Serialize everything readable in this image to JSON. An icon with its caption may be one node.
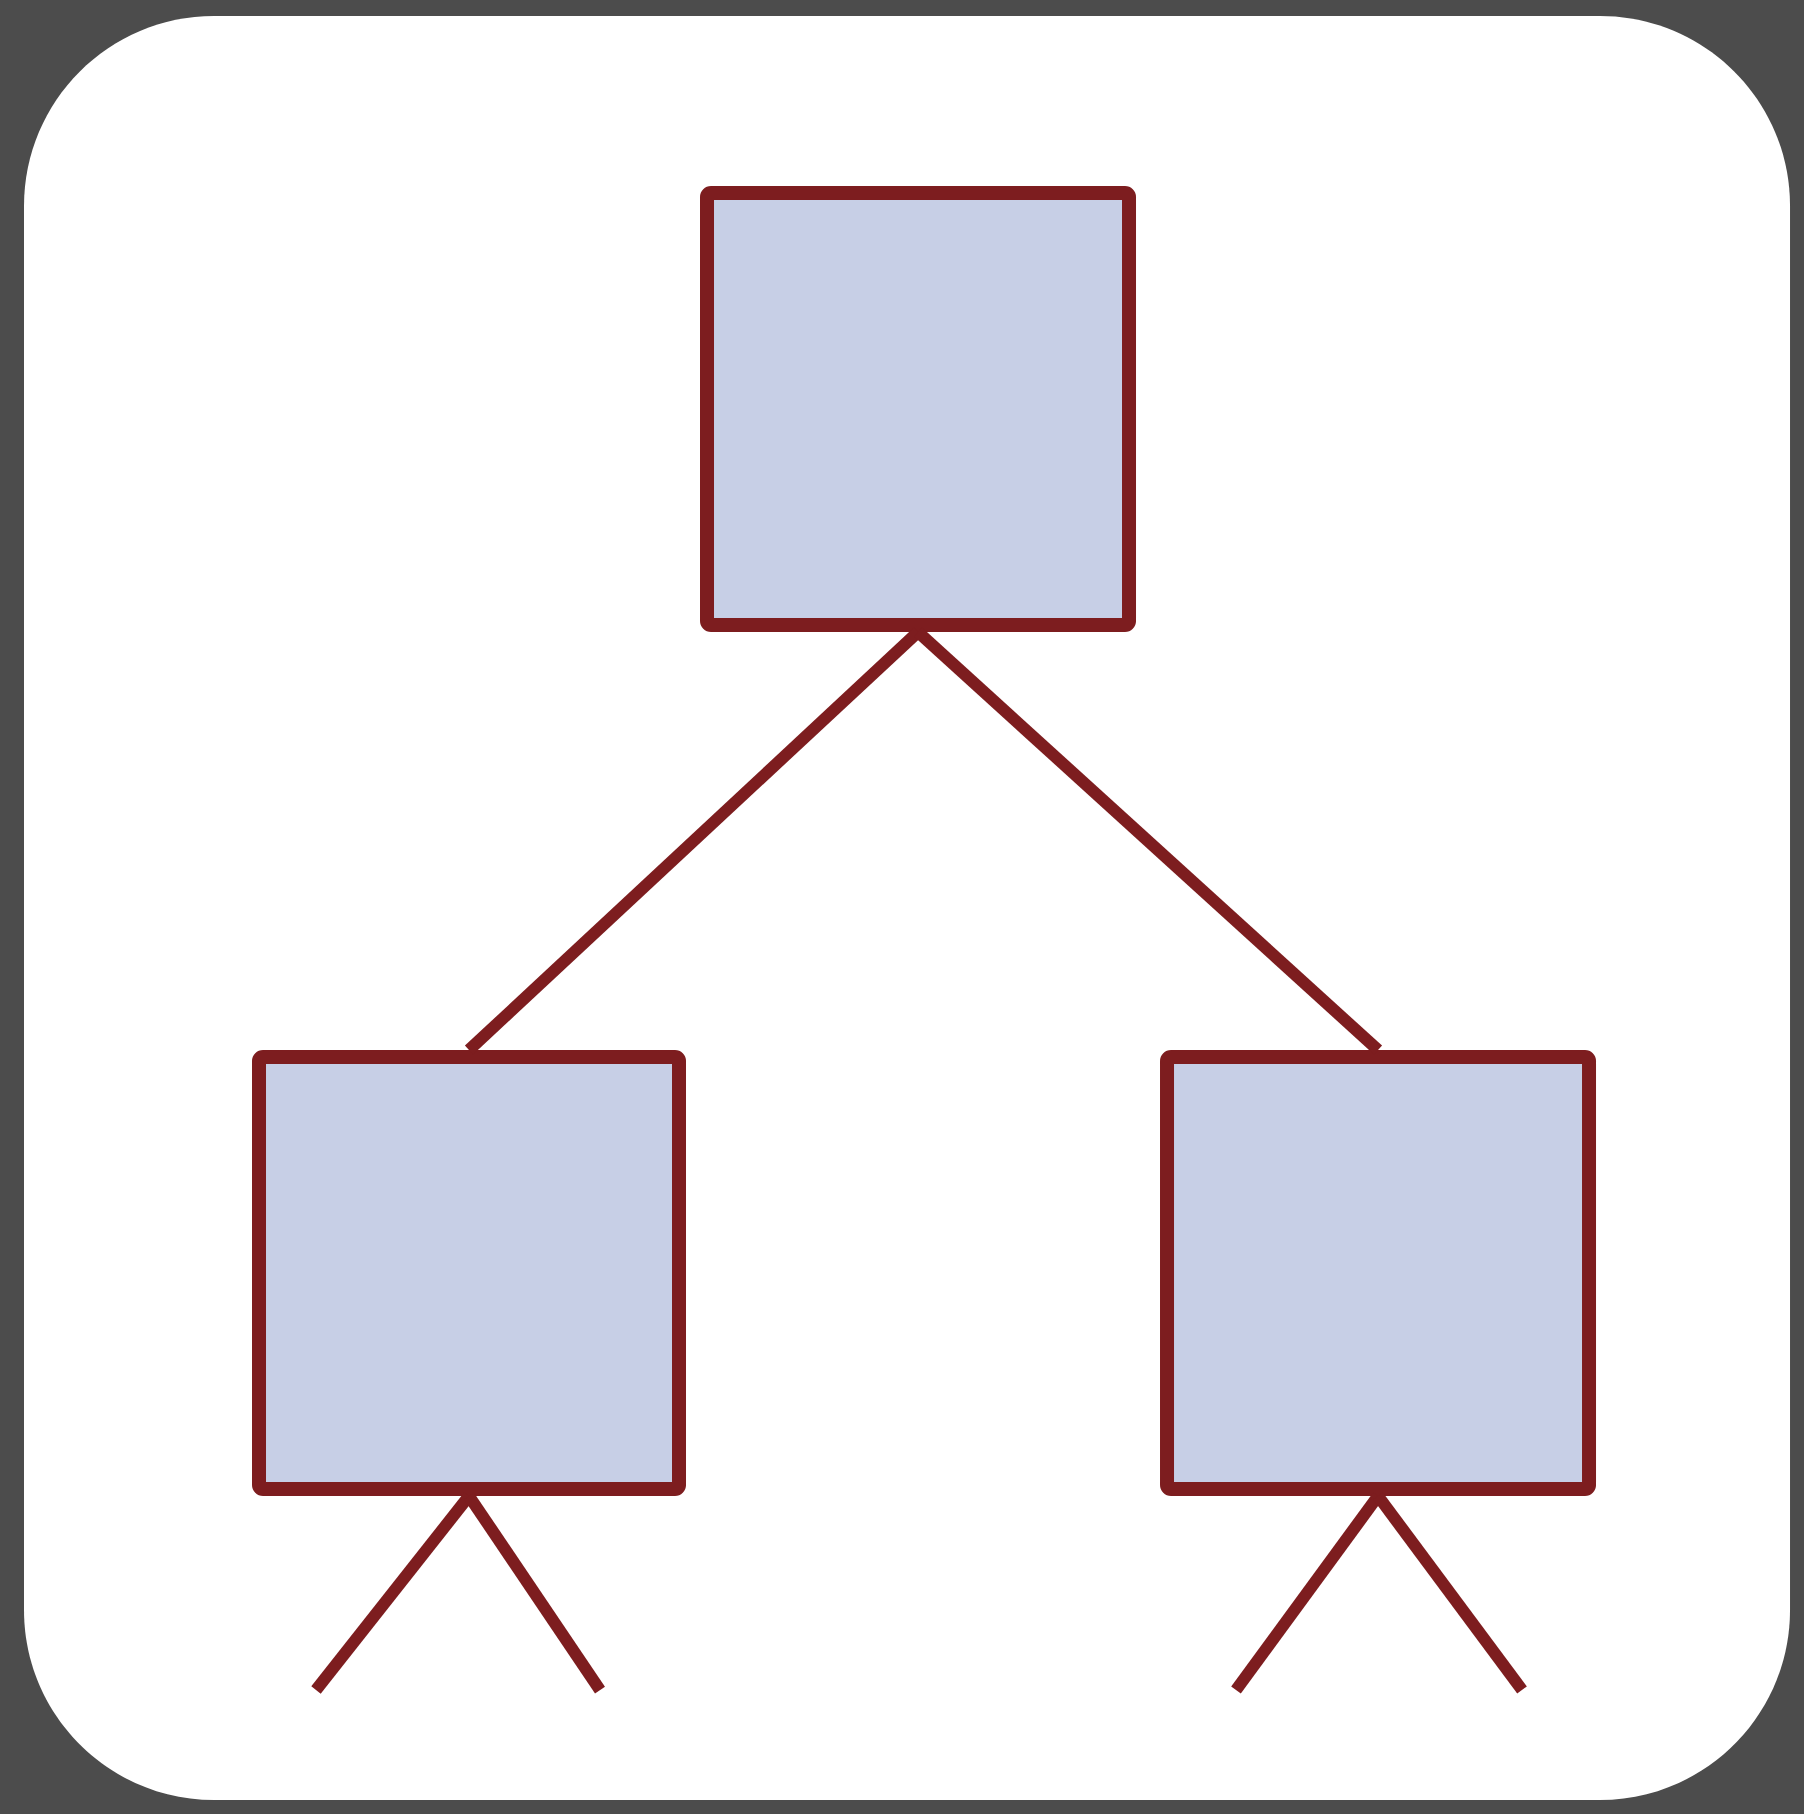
{
  "diagram": {
    "nodes": [
      {
        "text": [],
        "shape": "box"
      },
      {
        "text": [],
        "shape": "box"
      },
      {
        "text": [],
        "shape": "box"
      }
    ],
    "edges": [
      {
        "from": 0,
        "to": 1,
        "arrow": "none"
      },
      {
        "from": 0,
        "to": 2,
        "arrow": "none"
      },
      {
        "from": 1,
        "to": null,
        "arrow": "none"
      },
      {
        "from": 1,
        "to": null,
        "arrow": "none"
      },
      {
        "from": 2,
        "to": null,
        "arrow": "none"
      },
      {
        "from": 2,
        "to": null,
        "arrow": "none"
      }
    ]
  }
}
